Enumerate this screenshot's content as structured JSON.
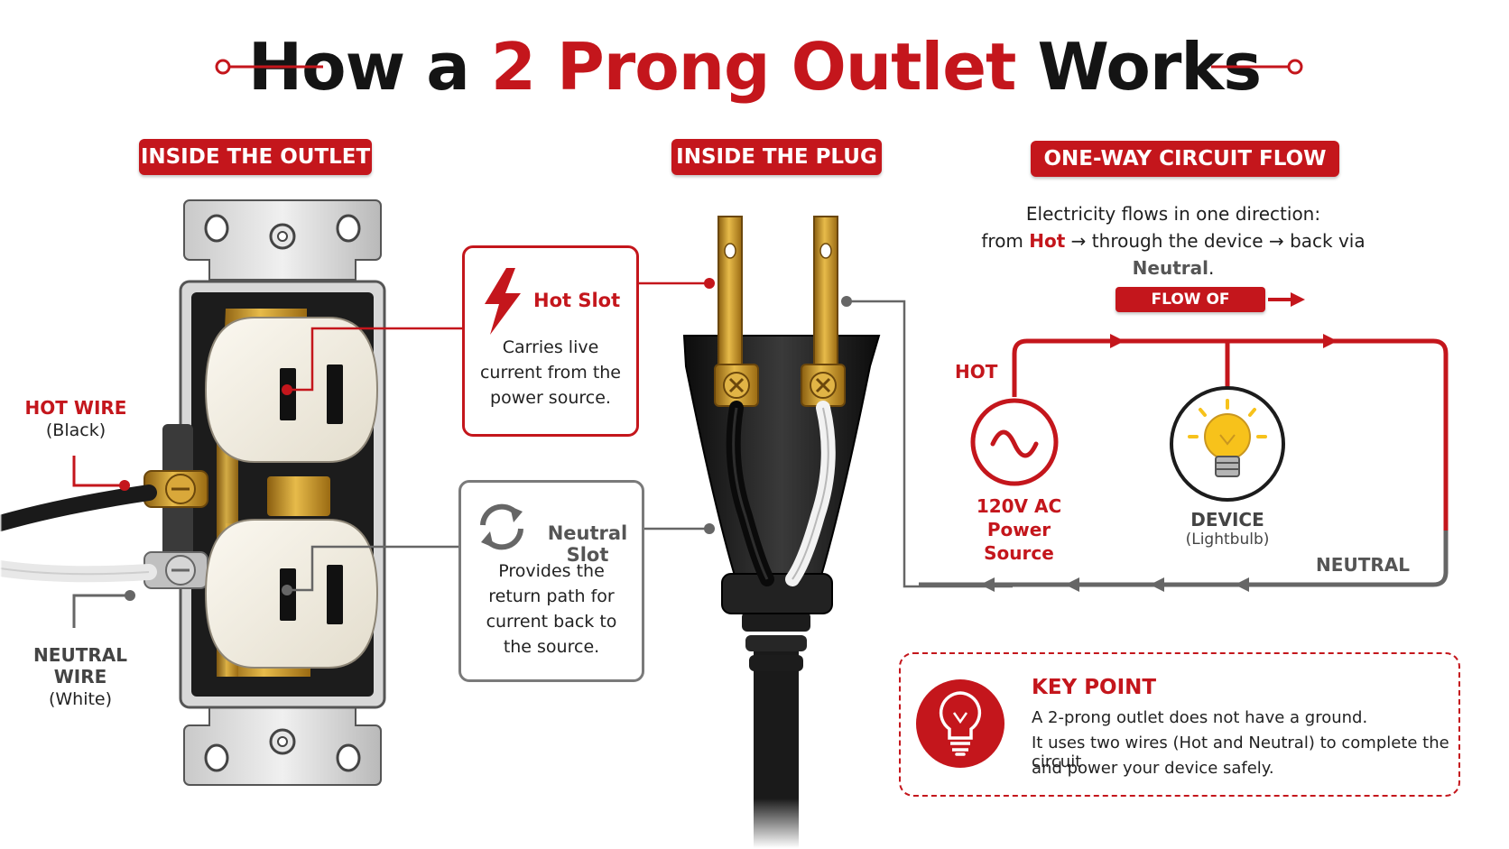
{
  "title": {
    "part1": "How a ",
    "part2": "2 Prong Outlet",
    "part3": " Works"
  },
  "sections": {
    "outlet": "INSIDE THE OUTLET",
    "plug": "INSIDE THE PLUG",
    "flow": "ONE-WAY CIRCUIT FLOW"
  },
  "outlet_labels": {
    "hot_wire": "HOT WIRE",
    "hot_wire_color": "(Black)",
    "neutral_wire": "NEUTRAL WIRE",
    "neutral_wire_color": "(White)"
  },
  "callouts": {
    "hot": {
      "title": "Hot Slot",
      "lines": [
        "Carries live",
        "current from the",
        "power source."
      ]
    },
    "neutral": {
      "title": "Neutral Slot",
      "lines": [
        "Provides the",
        "return path for",
        "current back to",
        "the source."
      ]
    }
  },
  "flow": {
    "desc_line1": "Electricity flows in one direction:",
    "desc_from": "from ",
    "desc_hot": "Hot",
    "desc_mid": " → through the device → back via ",
    "desc_neutral": "Neutral",
    "desc_end": ".",
    "current_label": "FLOW OF CURRENT",
    "hot_label": "HOT",
    "neutral_label": "NEUTRAL",
    "source_line1": "120V  AC",
    "source_line2": "Power Source",
    "device_line1": "DEVICE",
    "device_line2": "(Lightbulb)"
  },
  "key_point": {
    "title": "KEY POINT",
    "lines": [
      "A 2-prong outlet does not have a ground.",
      "It uses two wires (Hot and Neutral) to complete the circuit",
      "and power your device safely."
    ]
  },
  "colors": {
    "accent": "#c4161c",
    "neutral": "#666666",
    "dark": "#141414",
    "brass": "#c9961f"
  }
}
